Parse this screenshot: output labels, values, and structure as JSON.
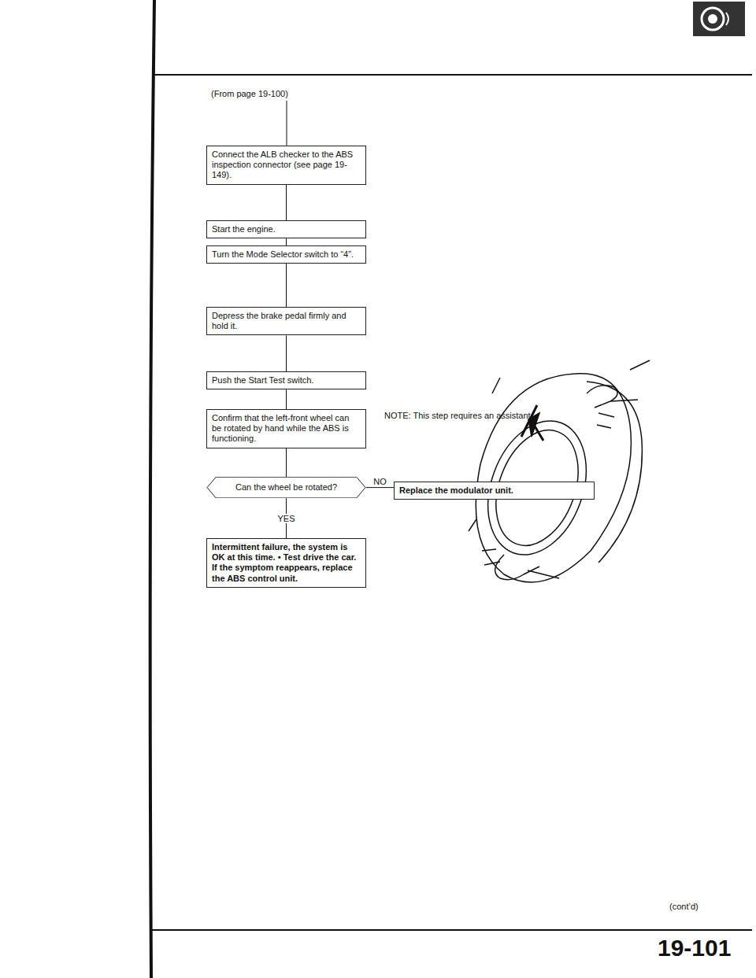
{
  "diagram": {
    "nodes": [
      {
        "text": [
          "Connect the ALB checker to the ABS inspection connector (see page 19-149)."
        ]
      },
      {
        "text": [
          "Start the engine."
        ]
      },
      {
        "text": [
          "Turn the Mode Selector switch to “4”."
        ]
      },
      {
        "text": [
          "Depress the brake pedal firmly and hold it."
        ]
      },
      {
        "text": [
          "Push the Start Test switch."
        ]
      },
      {
        "text": [
          "Confirm that the left-front wheel can be rotated by hand while the ABS is functioning."
        ]
      },
      {
        "text": [
          "Can the wheel be rotated?"
        ]
      },
      {
        "text": [
          "Replace the modulator unit."
        ]
      },
      {
        "text": [
          "Intermittent failure, the system is OK at this time. • Test drive the car. If the symptom reappears, replace the ABS control unit."
        ]
      }
    ],
    "edges": [
      {
        "from": 0,
        "to": 1,
        "arrow": "none"
      },
      {
        "from": 1,
        "to": 2,
        "arrow": "none"
      },
      {
        "from": 2,
        "to": 3,
        "arrow": "none"
      },
      {
        "from": 3,
        "to": 4,
        "arrow": "none"
      },
      {
        "from": 4,
        "to": 5,
        "arrow": "none"
      },
      {
        "from": 5,
        "to": 6,
        "arrow": "none"
      },
      {
        "from": 6,
        "to": 7,
        "label": "NO",
        "arrow": "none"
      },
      {
        "from": 6,
        "to": 8,
        "label": "YES",
        "arrow": "none"
      }
    ],
    "labels": [
      "(From page 19-100)",
      "NOTE: This step requires an assistant.",
      "(cont’d)",
      "19-101"
    ]
  }
}
